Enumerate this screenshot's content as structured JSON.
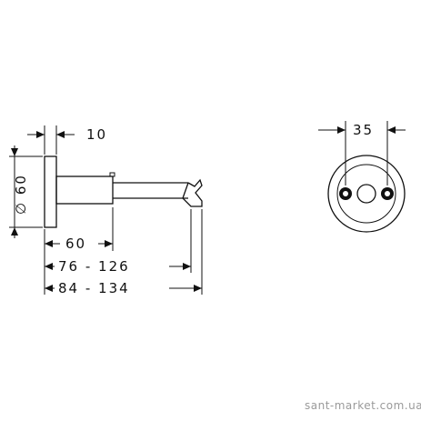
{
  "dimensions": {
    "flange_thickness": "10",
    "diameter": "∅ 60",
    "stem_to_bracket": "60",
    "adjust_range_short": "76 - 126",
    "adjust_range_long": "84 - 134",
    "front_spacing": "35"
  },
  "watermark": "sant-market.com.ua"
}
